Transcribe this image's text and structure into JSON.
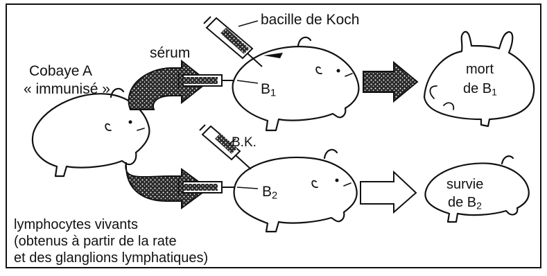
{
  "labels": {
    "bacille_koch": "bacille de Koch",
    "serum": "sérum",
    "cobaye_line1": "Cobaye A",
    "cobaye_line2": "« immunisé »",
    "b1_letter": "B",
    "b1_sub": "1",
    "mort_line1": "mort",
    "mort_letter": "de B",
    "mort_sub": "1",
    "bk": "B.K.",
    "b2_letter": "B",
    "b2_sub": "2",
    "survie_line1": "survie",
    "survie_letter": "de B",
    "survie_sub": "2",
    "lympho_line1": "lymphocytes vivants",
    "lympho_line2": "(obtenus à partir de la rate",
    "lympho_line3": "et des glanglions lymphatiques)"
  }
}
